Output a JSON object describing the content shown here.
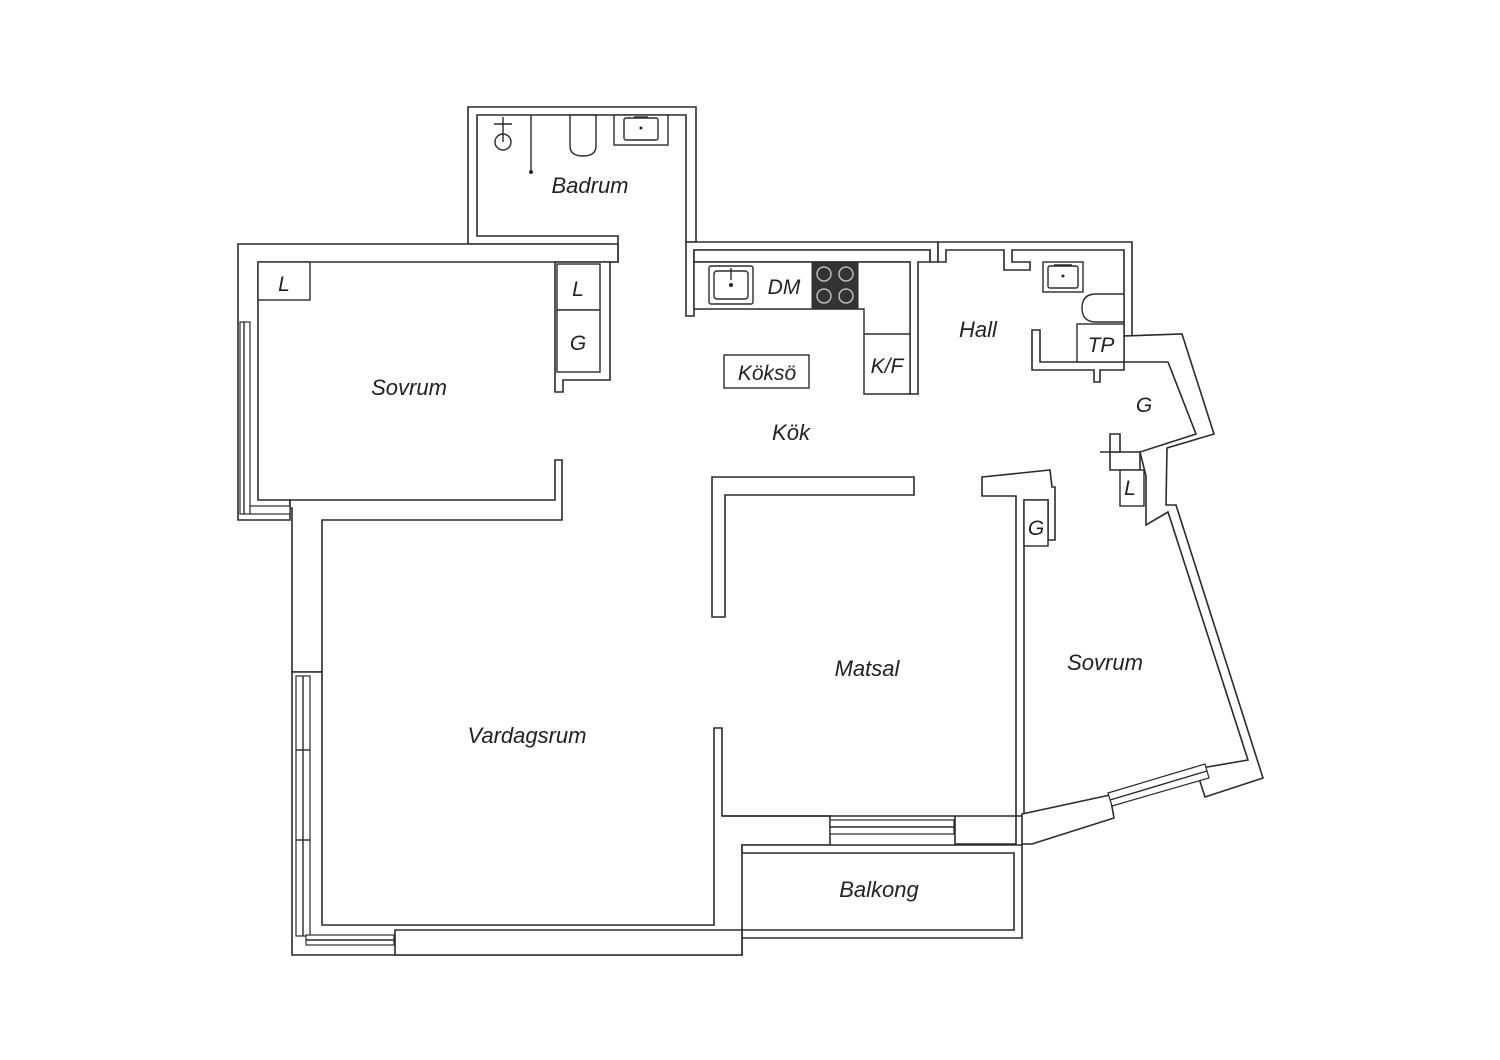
{
  "colors": {
    "line": "#2b2b2b",
    "background": "#ffffff",
    "stove": "#333333"
  },
  "rooms": {
    "badrum": "Badrum",
    "sovrum_left": "Sovrum",
    "kok": "Kök",
    "koksö": "Köksö",
    "hall": "Hall",
    "matsal": "Matsal",
    "vardagsrum": "Vardagsrum",
    "sovrum_right": "Sovrum",
    "balkong": "Balkong"
  },
  "fixtures": {
    "dm": "DM",
    "kf": "K/F",
    "tp": "TP",
    "l_left_corner": "L",
    "l_left_closet": "L",
    "g_left_closet": "G",
    "g_hall": "G",
    "l_hall": "L",
    "g_right_bedroom": "G"
  },
  "icons": {
    "shower": "shower-icon",
    "toilet": "toilet-icon",
    "sink": "sink-icon",
    "stove": "stove-icon"
  }
}
